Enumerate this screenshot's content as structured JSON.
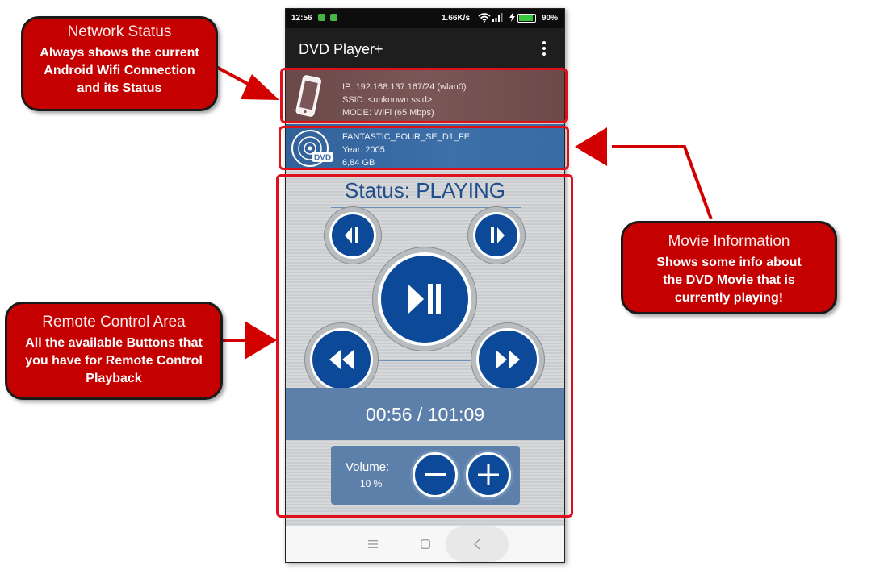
{
  "statusbar": {
    "time": "12:56",
    "speed": "1.66K/s",
    "battery": "90%",
    "battery_level": 0.9
  },
  "appbar": {
    "title": "DVD Player+",
    "menu_icon": "more-vertical-icon"
  },
  "network": {
    "ip": "IP: 192.168.137.167/24 (wlan0)",
    "ssid": "SSID: <unknown ssid>",
    "mode": "MODE: WiFi (65 Mbps)"
  },
  "movie": {
    "title": "FANTASTIC_FOUR_SE_D1_FE",
    "year": "Year: 2005",
    "size": "6,84 GB",
    "icon_label": "DVD"
  },
  "remote": {
    "status": "Status: PLAYING",
    "time": "00:56 / 101:09",
    "volume_label": "Volume:",
    "volume_value": "10 %"
  },
  "callouts": {
    "network": {
      "heading": "Network Status",
      "body": "Always shows the current Android Wifi Connection and its Status"
    },
    "movie": {
      "heading": "Movie Information",
      "body": "Shows some info about the DVD Movie that is currently playing!"
    },
    "remote": {
      "heading": "Remote Control Area",
      "body": "All the available Buttons that you have for Remote Control  Playback"
    }
  },
  "colors": {
    "accent": "#0c4a99",
    "callout": "#c40000",
    "highlight": "#e0101a"
  }
}
